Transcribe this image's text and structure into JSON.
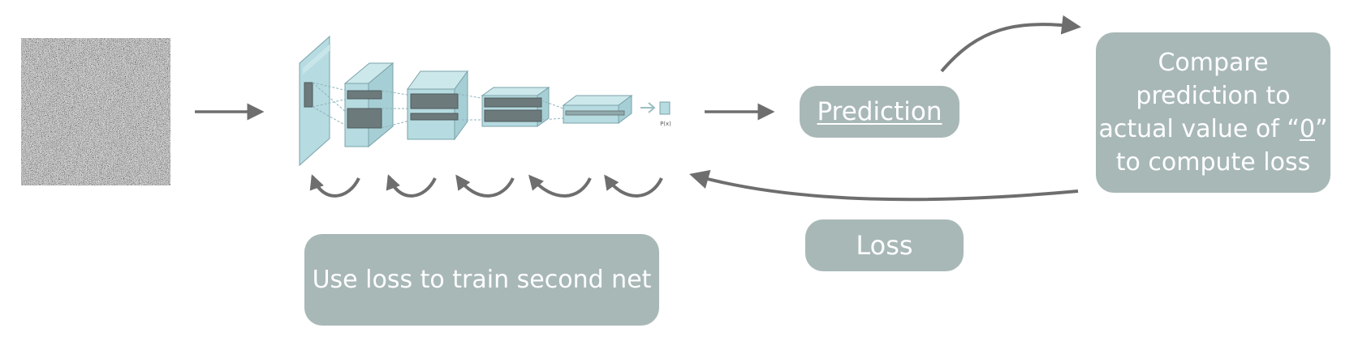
{
  "nodes": {
    "prediction": {
      "label": "Prediction"
    },
    "compare": {
      "line1": "Compare",
      "line2": "prediction to",
      "line3_before": "actual  value of “",
      "line3_value": "0",
      "line3_after": "”",
      "line4": "to compute loss"
    },
    "loss": {
      "label": "Loss"
    },
    "train": {
      "label": "Use loss to train second net"
    }
  },
  "network": {
    "output_label": "P(x)"
  },
  "colors": {
    "box_fill": "#a8b8b7",
    "box_text": "#ffffff",
    "arrow": "#6e6e6e",
    "layer_fill": "#b6dbe0",
    "layer_stroke": "#7aa3aa",
    "kernel_fill": "#6d7a7c"
  },
  "icons": {
    "input_image": "noise-image",
    "arrows": "arrow-icon"
  }
}
